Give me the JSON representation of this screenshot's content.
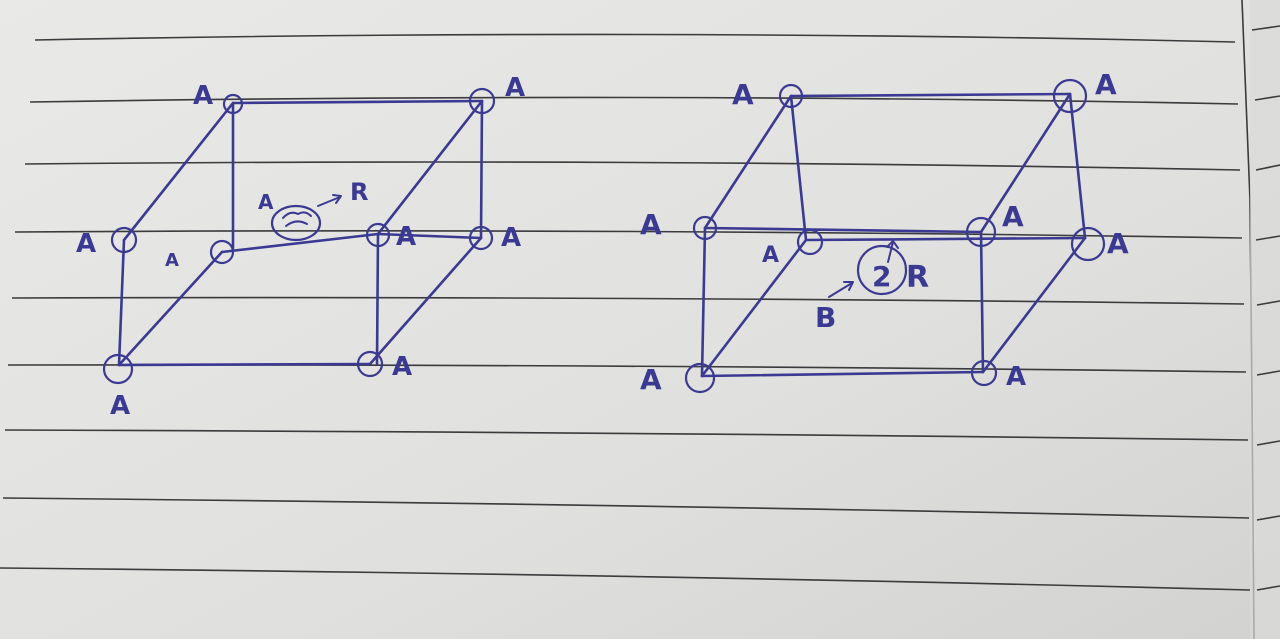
{
  "colors": {
    "paper": "#e2e2e0",
    "rule_line": "#3b3b3d",
    "ink": "#3a3a92"
  },
  "left_figure": {
    "corner_label": "A",
    "face_atom_label": "A",
    "arrow_target": "R"
  },
  "right_figure": {
    "corner_label": "A",
    "center_atom_label": "B",
    "center_number": "2",
    "arrow_target": "R"
  }
}
